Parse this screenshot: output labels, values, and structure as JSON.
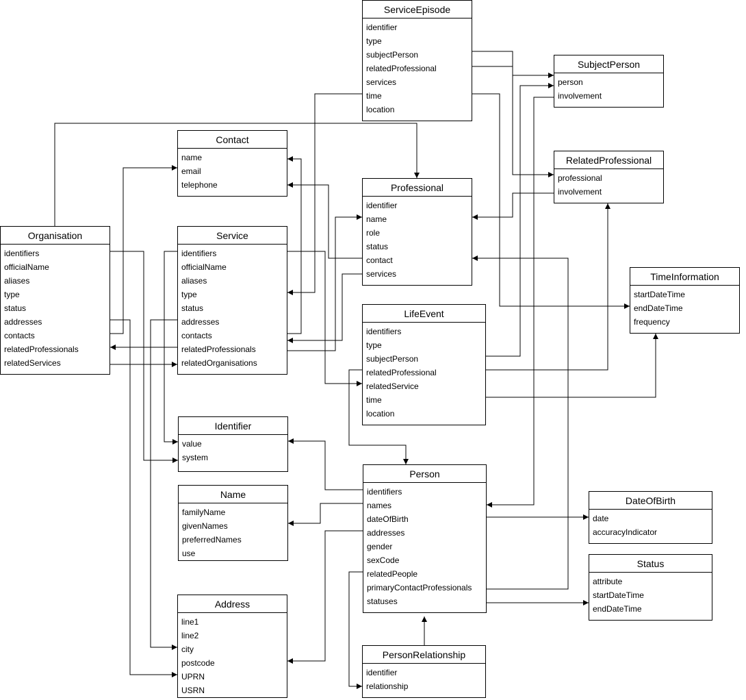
{
  "entities": {
    "serviceEpisode": {
      "title": "ServiceEpisode",
      "attributes": [
        "identifier",
        "type",
        "subjectPerson",
        "relatedProfessional",
        "services",
        "time",
        "location"
      ]
    },
    "subjectPerson": {
      "title": "SubjectPerson",
      "attributes": [
        "person",
        "involvement"
      ]
    },
    "contact": {
      "title": "Contact",
      "attributes": [
        "name",
        "email",
        "telephone"
      ]
    },
    "relatedProfessional": {
      "title": "RelatedProfessional",
      "attributes": [
        "professional",
        "involvement"
      ]
    },
    "professional": {
      "title": "Professional",
      "attributes": [
        "identifier",
        "name",
        "role",
        "status",
        "contact",
        "services"
      ]
    },
    "organisation": {
      "title": "Organisation",
      "attributes": [
        "identifiers",
        "officialName",
        "aliases",
        "type",
        "status",
        "addresses",
        "contacts",
        "relatedProfessionals",
        "relatedServices"
      ]
    },
    "service": {
      "title": "Service",
      "attributes": [
        "identifiers",
        "officialName",
        "aliases",
        "type",
        "status",
        "addresses",
        "contacts",
        "relatedProfessionals",
        "relatedOrganisations"
      ]
    },
    "timeInformation": {
      "title": "TimeInformation",
      "attributes": [
        "startDateTime",
        "endDateTime",
        "frequency"
      ]
    },
    "lifeEvent": {
      "title": "LifeEvent",
      "attributes": [
        "identifiers",
        "type",
        "subjectPerson",
        "relatedProfessional",
        "relatedService",
        "time",
        "location"
      ]
    },
    "identifier": {
      "title": "Identifier",
      "attributes": [
        "value",
        "system"
      ]
    },
    "person": {
      "title": "Person",
      "attributes": [
        "identifiers",
        "names",
        "dateOfBirth",
        "addresses",
        "gender",
        "sexCode",
        "relatedPeople",
        "primaryContactProfessionals",
        "statuses"
      ]
    },
    "name": {
      "title": "Name",
      "attributes": [
        "familyName",
        "givenNames",
        "preferredNames",
        "use"
      ]
    },
    "dateOfBirth": {
      "title": "DateOfBirth",
      "attributes": [
        "date",
        "accuracyIndicator"
      ]
    },
    "status": {
      "title": "Status",
      "attributes": [
        "attribute",
        "startDateTime",
        "endDateTime"
      ]
    },
    "address": {
      "title": "Address",
      "attributes": [
        "line1",
        "line2",
        "city",
        "postcode",
        "UPRN",
        "USRN"
      ]
    },
    "personRelationship": {
      "title": "PersonRelationship",
      "attributes": [
        "identifier",
        "relationship"
      ]
    }
  }
}
